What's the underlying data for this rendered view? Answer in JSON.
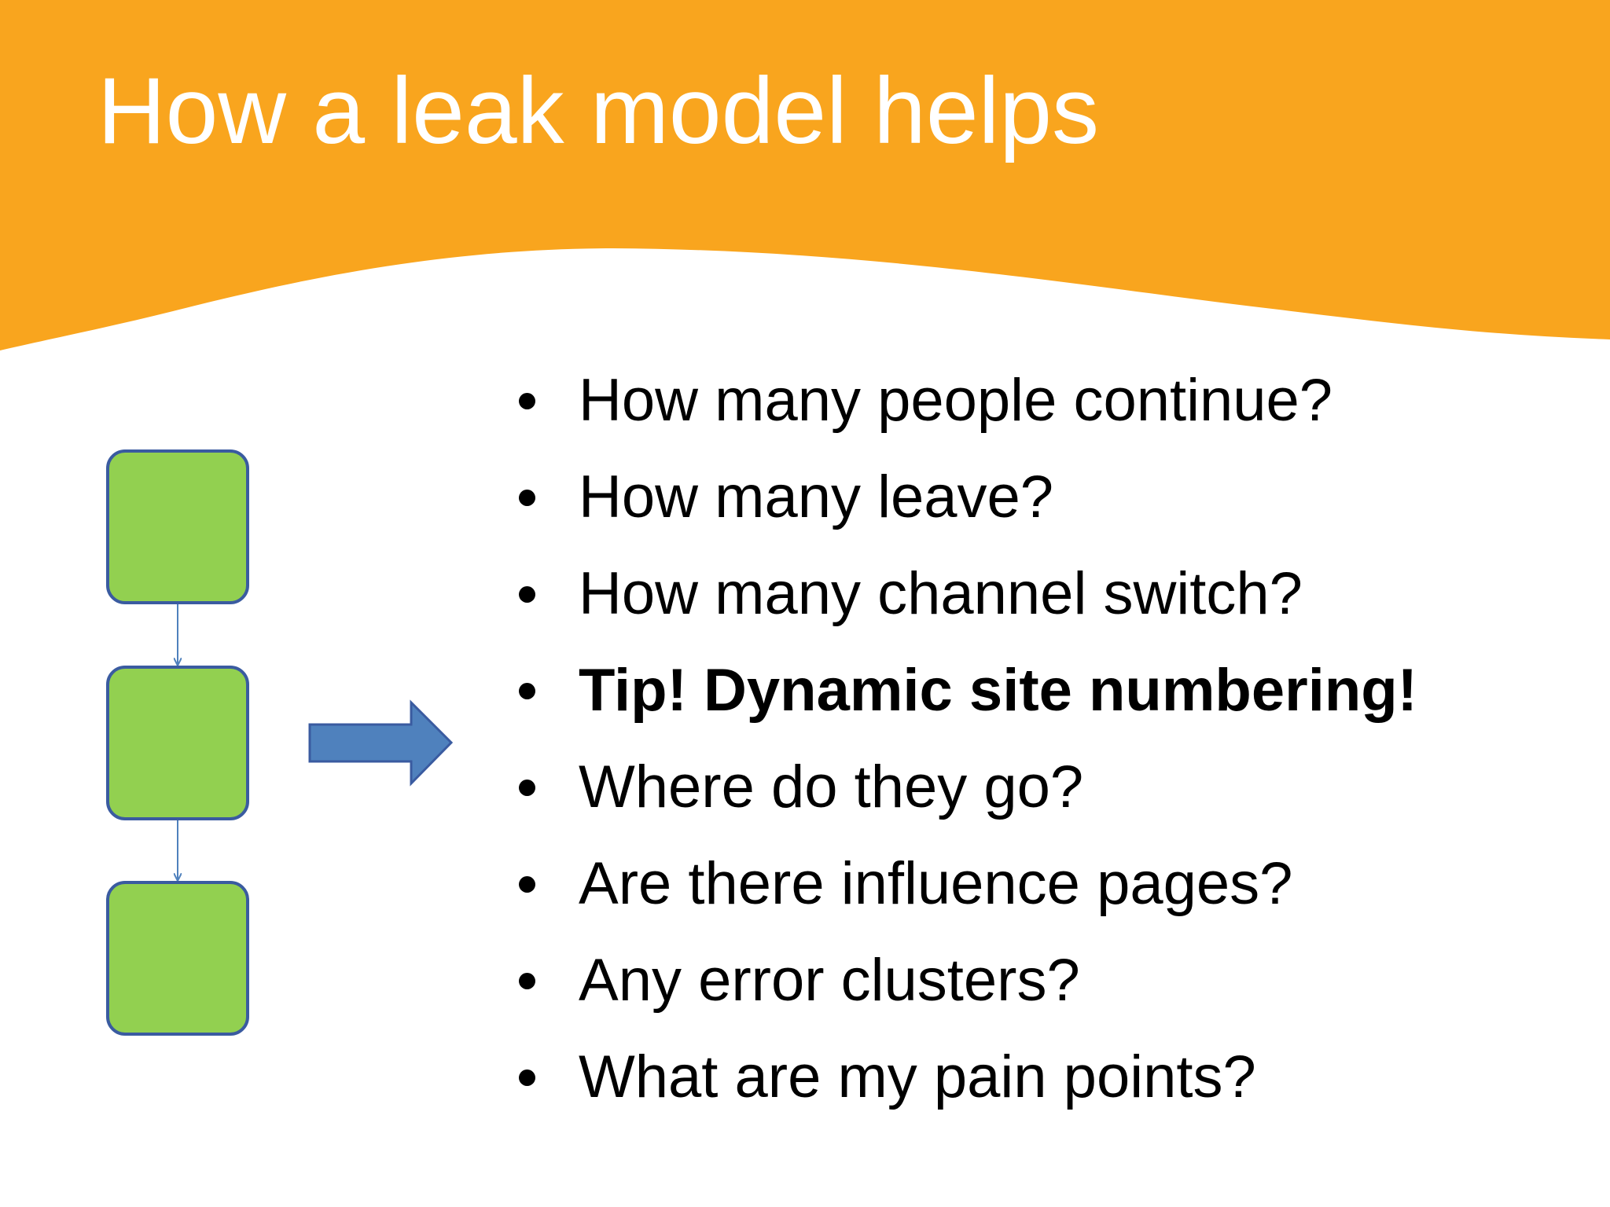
{
  "slide": {
    "title": "How a leak model helps",
    "banner_color": "#F9A51E",
    "box_fill": "#92D050",
    "box_stroke": "#3A5BA0",
    "arrow_color": "#4F81BD",
    "bullets": [
      {
        "text": "How many people continue?",
        "bold": false
      },
      {
        "text": "How many leave?",
        "bold": false
      },
      {
        "text": "How many channel switch?",
        "bold": false
      },
      {
        "text": "Tip! Dynamic site numbering!",
        "bold": true
      },
      {
        "text": "Where do they go?",
        "bold": false
      },
      {
        "text": "Are there influence pages?",
        "bold": false
      },
      {
        "text": "Any error clusters?",
        "bold": false
      },
      {
        "text": "What are my pain points?",
        "bold": false
      }
    ]
  }
}
